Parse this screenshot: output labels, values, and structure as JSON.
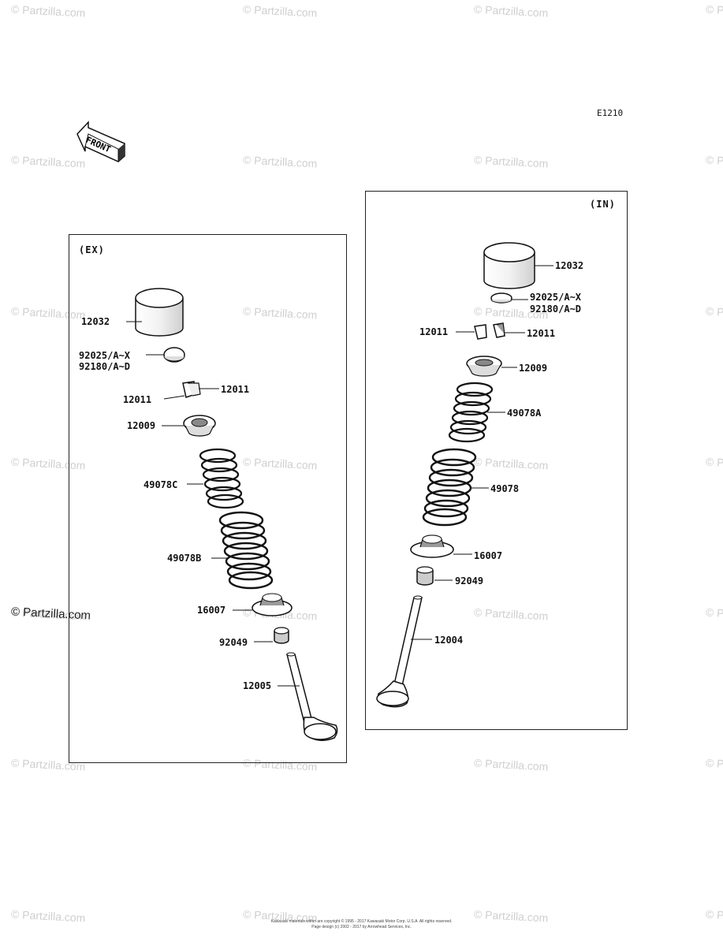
{
  "diagram": {
    "ref_code": "E1210",
    "front_label": "FRONT",
    "watermark": "© Partzilla.com",
    "copyright_lines": [
      "Kawasaki materials within are copyright © 1995 - 2017 Kawasaki Motor Corp. U.S.A. All rights reserved.",
      "Page design (c) 2002 - 2017 by Arrowhead Services, Inc."
    ],
    "ex": {
      "label": "(EX)",
      "parts": [
        {
          "id": "ex-12032",
          "text": "12032"
        },
        {
          "id": "ex-92025",
          "text": "92025/A~X"
        },
        {
          "id": "ex-92180",
          "text": "92180/A~D"
        },
        {
          "id": "ex-12011-left",
          "text": "12011"
        },
        {
          "id": "ex-12011-right",
          "text": "12011"
        },
        {
          "id": "ex-12009",
          "text": "12009"
        },
        {
          "id": "ex-49078c",
          "text": "49078C"
        },
        {
          "id": "ex-49078b",
          "text": "49078B"
        },
        {
          "id": "ex-16007",
          "text": "16007"
        },
        {
          "id": "ex-92049",
          "text": "92049"
        },
        {
          "id": "ex-12005",
          "text": "12005"
        }
      ]
    },
    "in": {
      "label": "(IN)",
      "parts": [
        {
          "id": "in-12032",
          "text": "12032"
        },
        {
          "id": "in-92025",
          "text": "92025/A~X"
        },
        {
          "id": "in-92180",
          "text": "92180/A~D"
        },
        {
          "id": "in-12011-left",
          "text": "12011"
        },
        {
          "id": "in-12011-right",
          "text": "12011"
        },
        {
          "id": "in-12009",
          "text": "12009"
        },
        {
          "id": "in-49078a",
          "text": "49078A"
        },
        {
          "id": "in-49078",
          "text": "49078"
        },
        {
          "id": "in-16007",
          "text": "16007"
        },
        {
          "id": "in-92049",
          "text": "92049"
        },
        {
          "id": "in-12004",
          "text": "12004"
        }
      ]
    }
  }
}
